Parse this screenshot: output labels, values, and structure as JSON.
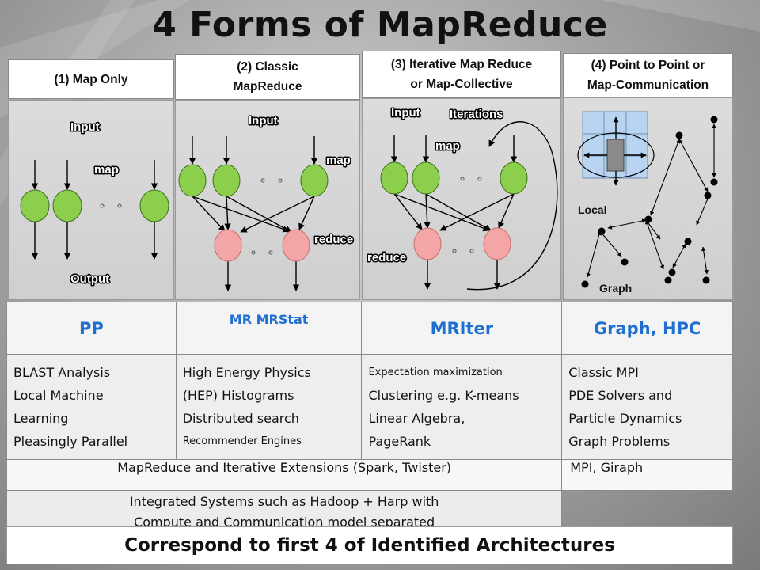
{
  "title": "4 Forms of MapReduce",
  "panels": {
    "map_only": {
      "header": "(1) Map Only",
      "input": "Input",
      "map": "map",
      "output": "Output"
    },
    "classic": {
      "header_line1": "(2) Classic",
      "header_line2": "MapReduce",
      "input": "Input",
      "map": "map",
      "reduce": "reduce"
    },
    "iterative": {
      "header_line1": "(3) Iterative Map Reduce",
      "header_line2": "or Map-Collective",
      "input": "Input",
      "iterations": "Iterations",
      "map": "map",
      "reduce": "reduce"
    },
    "p2p": {
      "header_line1": "(4) Point to Point or",
      "header_line2": "Map-Communication",
      "local": "Local",
      "graph": "Graph"
    }
  },
  "table": {
    "headers": [
      "PP",
      "MR MRStat",
      "MRIter",
      "Graph, HPC"
    ],
    "col1": [
      "BLAST Analysis",
      "Local Machine",
      "Learning",
      "Pleasingly Parallel"
    ],
    "col2": [
      "High Energy Physics",
      "(HEP) Histograms",
      "Distributed search",
      "Recommender Engines"
    ],
    "col3": [
      "Expectation maximization",
      "Clustering e.g. K-means",
      "Linear Algebra,",
      "PageRank"
    ],
    "col4": [
      "Classic MPI",
      "PDE Solvers and",
      "Particle Dynamics",
      "Graph Problems"
    ],
    "row_extensions": "MapReduce and Iterative Extensions (Spark, Twister)",
    "row_mpi": "MPI, Giraph",
    "row_integrated_line1": "Integrated Systems such as Hadoop + Harp with",
    "row_integrated_line2": "Compute and Communication model separated"
  },
  "footer": "Correspond to first 4 of Identified Architectures",
  "colors": {
    "map_node": "#8ccf4d",
    "reduce_node": "#f4a6a6",
    "header_blue": "#1f6fd1"
  }
}
